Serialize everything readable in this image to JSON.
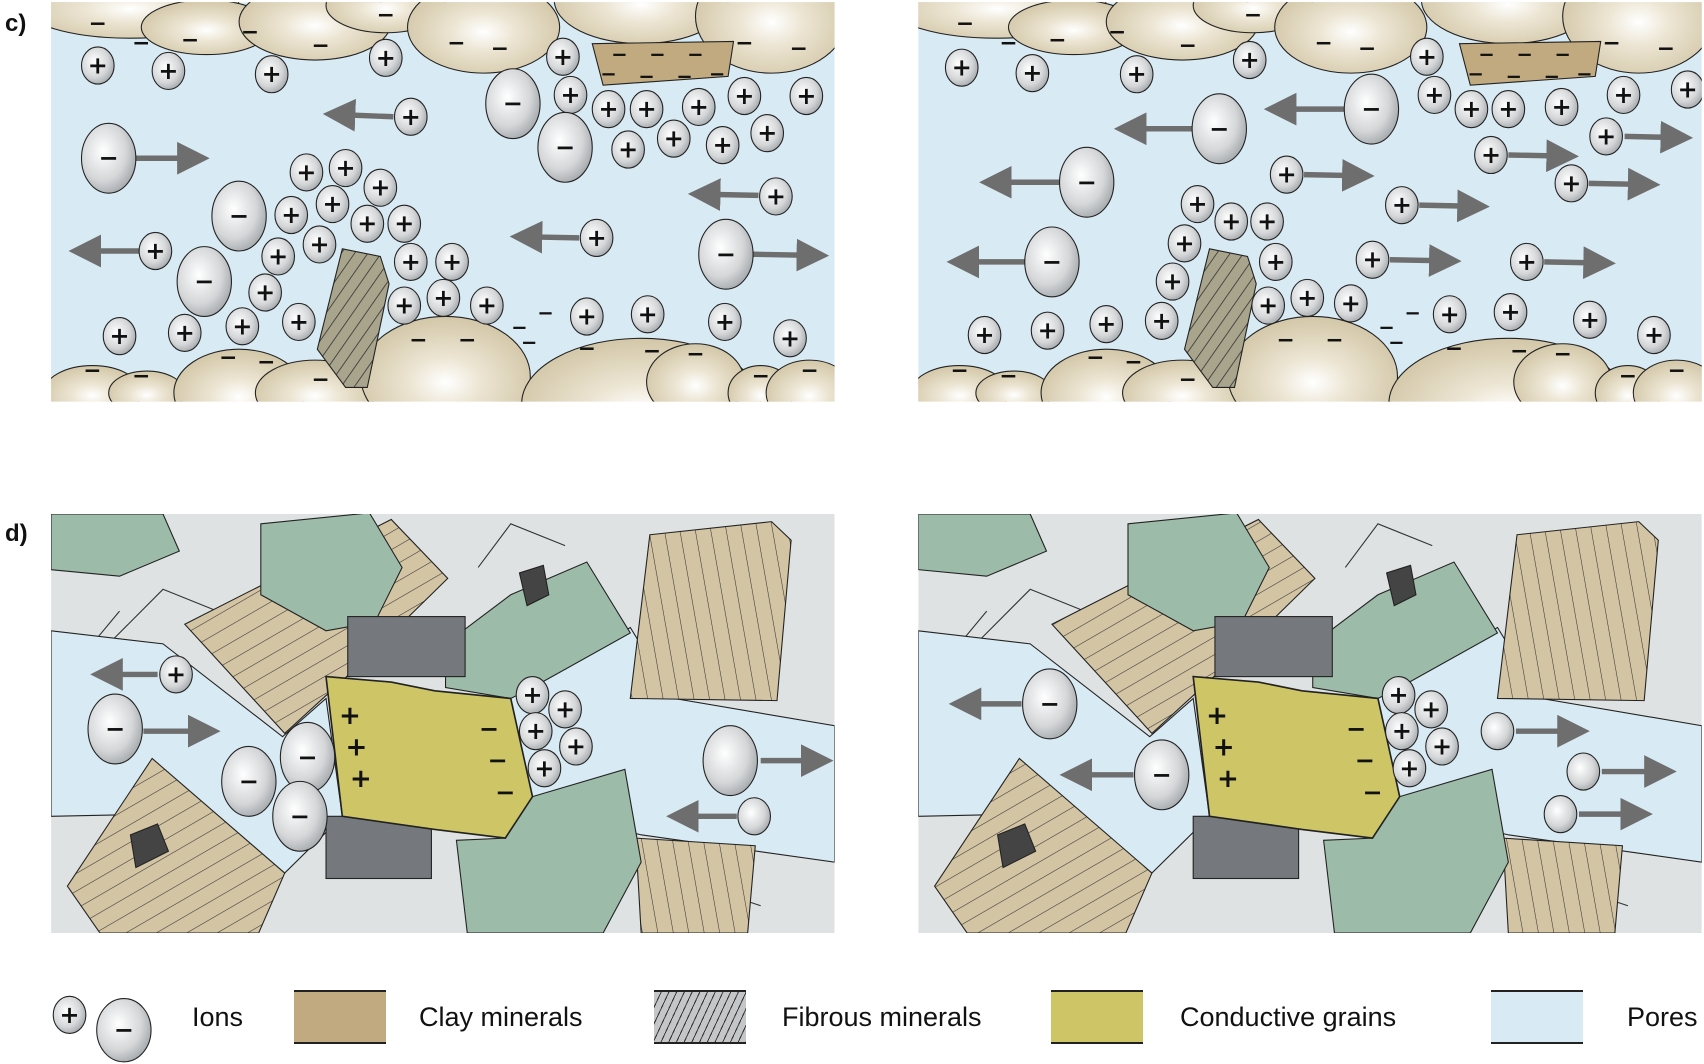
{
  "panels": {
    "c_label": "c)",
    "d_label": "d)"
  },
  "ions": {
    "plus": "+",
    "minus": "−",
    "surface_charge": "−",
    "grain_charge_plus": "+"
  },
  "legend": {
    "ions": "Ions",
    "clay": "Clay minerals",
    "fibrous": "Fibrous minerals",
    "conductive": "Conductive grains",
    "pores": "Pores"
  },
  "colors": {
    "pore": "#d8eaf3",
    "clay": "#c1aa80",
    "sand_grain": "#e3d9c1",
    "fibrous": "#a9a58d",
    "conductive": "#cdc566",
    "green_grain": "#9dbba9",
    "rock_matrix": "#dfe2e3",
    "dark_grain": "#75787c",
    "arrow": "#6e6e6e"
  }
}
